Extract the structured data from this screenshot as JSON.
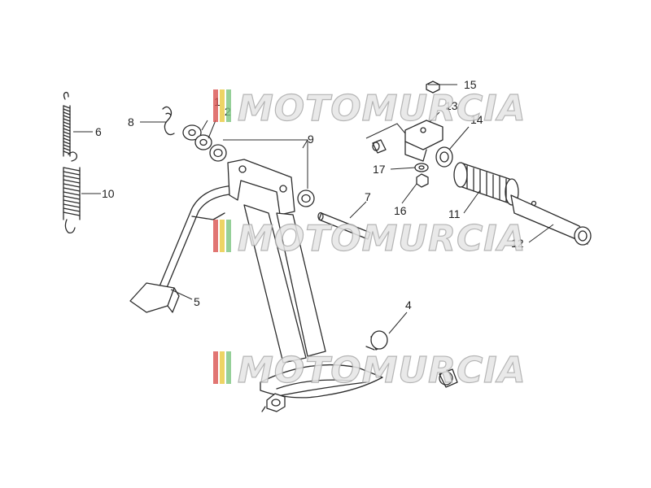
{
  "callouts": [
    "1",
    "2",
    "4",
    "5",
    "6",
    "7",
    "8",
    "9",
    "10",
    "11",
    "12",
    "13",
    "14",
    "15",
    "16",
    "17"
  ],
  "watermark": {
    "text": "MOTOMURCIA",
    "flag_colors": [
      "#d9534f",
      "#e8c93f",
      "#7bc47f"
    ]
  },
  "colors": {
    "line": "#2b2b2b",
    "watermark_outline": "#a9a9a9"
  }
}
